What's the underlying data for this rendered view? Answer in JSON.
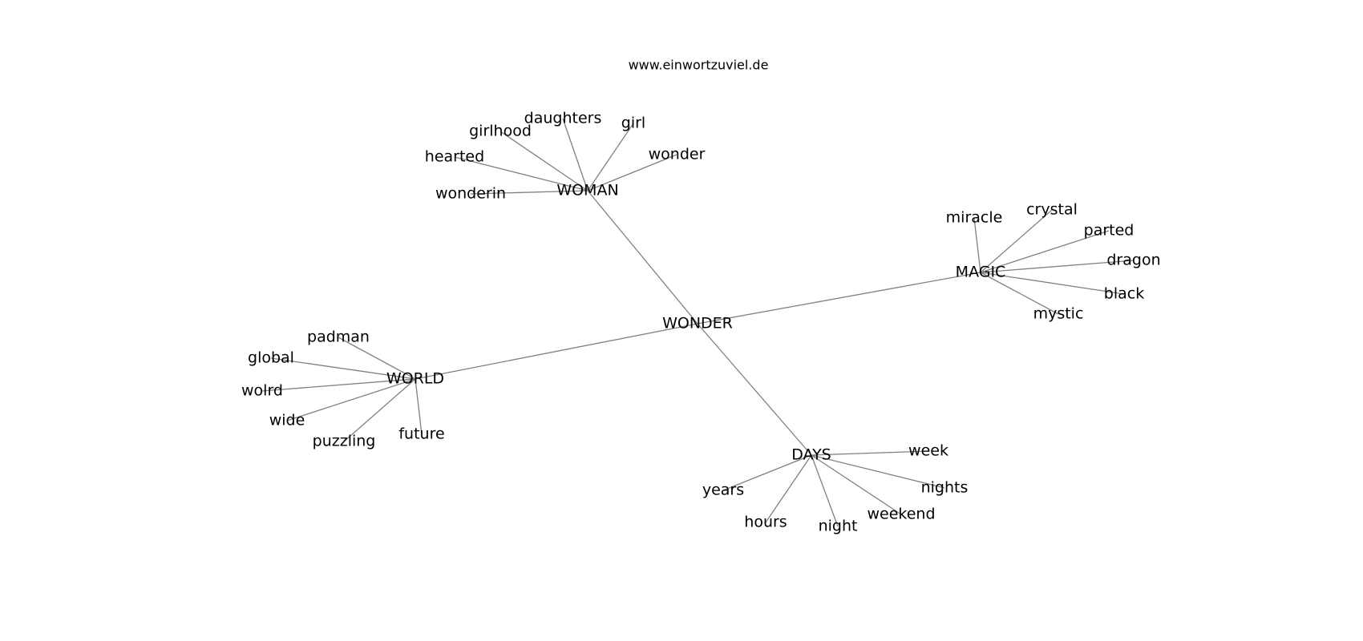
{
  "header": {
    "site": "www.einwortzuviel.de"
  },
  "graph": {
    "center": "WONDER",
    "hubs": [
      {
        "id": "WOMAN",
        "leaves": [
          "wonderin",
          "hearted",
          "girlhood",
          "daughters",
          "girl",
          "wonder"
        ]
      },
      {
        "id": "MAGIC",
        "leaves": [
          "miracle",
          "crystal",
          "parted",
          "dragon",
          "black",
          "mystic"
        ]
      },
      {
        "id": "WORLD",
        "leaves": [
          "padman",
          "global",
          "wolrd",
          "wide",
          "puzzling",
          "future"
        ]
      },
      {
        "id": "DAYS",
        "leaves": [
          "week",
          "nights",
          "weekend",
          "night",
          "hours",
          "years"
        ]
      }
    ]
  },
  "colors": {
    "edge": "#808080",
    "text": "#000000",
    "background": "#ffffff"
  }
}
